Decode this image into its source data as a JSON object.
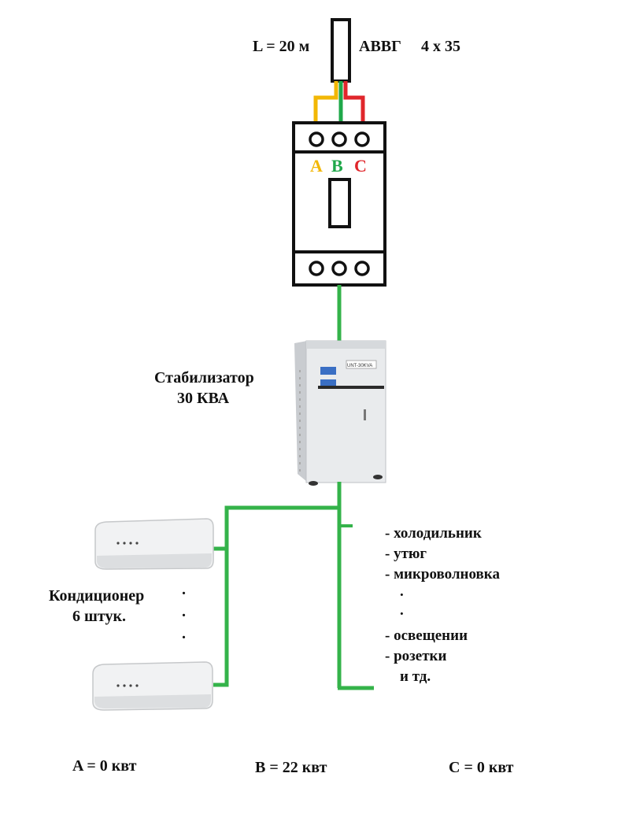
{
  "cable": {
    "length_label": "L = 20 м",
    "type_label": "АВВГ",
    "size_label": "4 х 35"
  },
  "breaker": {
    "phase_a": "A",
    "phase_b": "B",
    "phase_c": "C"
  },
  "stabilizer": {
    "name": "Стабилизатор",
    "rating": "30 КВА",
    "panel_text": "UNT-30KVA"
  },
  "ac": {
    "name": "Кондиционер",
    "count": "6 штук.",
    "dot": "."
  },
  "loads": {
    "items": [
      "- холодильник",
      "- утюг",
      "- микроволновка",
      ".",
      ".",
      "- освещении",
      "- розетки",
      "и тд."
    ]
  },
  "totals": {
    "a": "A = 0 квт",
    "b": "B = 22 квт",
    "c": "C = 0 квт"
  },
  "colors": {
    "phase_a": "#f2b705",
    "phase_b": "#1fa84a",
    "phase_c": "#e0262b",
    "line": "#111111",
    "wire": "#34b34a"
  }
}
